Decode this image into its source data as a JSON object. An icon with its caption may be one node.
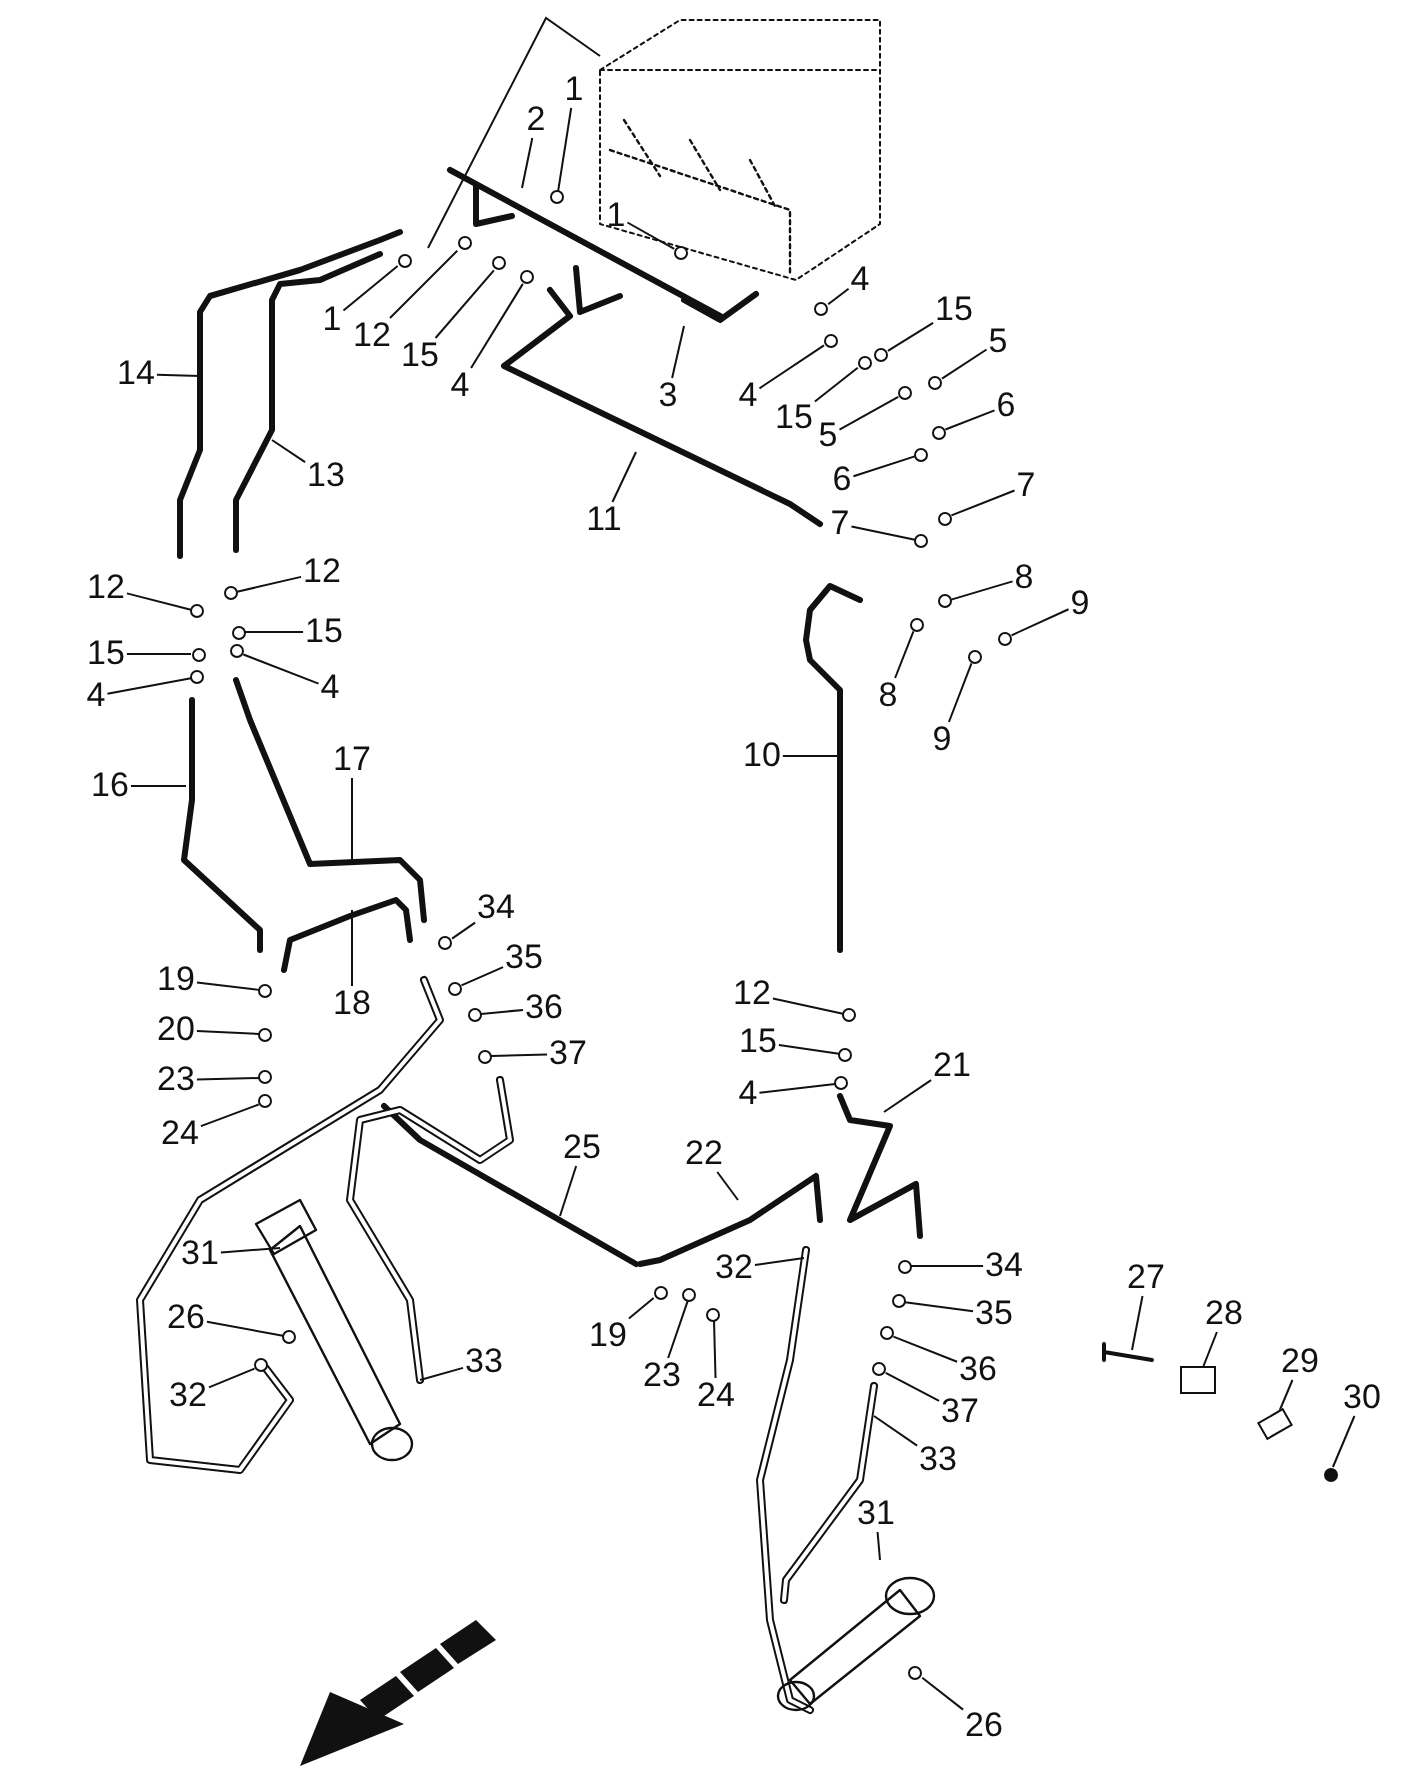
{
  "diagram": {
    "nodes": [
      {
        "text": [
          "1"
        ]
      },
      {
        "text": [
          "2"
        ]
      },
      {
        "text": [
          "1"
        ]
      },
      {
        "text": [
          "1"
        ]
      },
      {
        "text": [
          "12"
        ]
      },
      {
        "text": [
          "15"
        ]
      },
      {
        "text": [
          "4"
        ]
      },
      {
        "text": [
          "3"
        ]
      },
      {
        "text": [
          "11"
        ]
      },
      {
        "text": [
          "14"
        ]
      },
      {
        "text": [
          "13"
        ]
      },
      {
        "text": [
          "4"
        ]
      },
      {
        "text": [
          "15"
        ]
      },
      {
        "text": [
          "4"
        ]
      },
      {
        "text": [
          "15"
        ]
      },
      {
        "text": [
          "5"
        ]
      },
      {
        "text": [
          "5"
        ]
      },
      {
        "text": [
          "6"
        ]
      },
      {
        "text": [
          "6"
        ]
      },
      {
        "text": [
          "7"
        ]
      },
      {
        "text": [
          "7"
        ]
      },
      {
        "text": [
          "8"
        ]
      },
      {
        "text": [
          "9"
        ]
      },
      {
        "text": [
          "8"
        ]
      },
      {
        "text": [
          "9"
        ]
      },
      {
        "text": [
          "10"
        ]
      },
      {
        "text": [
          "12"
        ]
      },
      {
        "text": [
          "12"
        ]
      },
      {
        "text": [
          "15"
        ]
      },
      {
        "text": [
          "15"
        ]
      },
      {
        "text": [
          "4"
        ]
      },
      {
        "text": [
          "4"
        ]
      },
      {
        "text": [
          "16"
        ]
      },
      {
        "text": [
          "17"
        ]
      },
      {
        "text": [
          "18"
        ]
      },
      {
        "text": [
          "34"
        ]
      },
      {
        "text": [
          "35"
        ]
      },
      {
        "text": [
          "36"
        ]
      },
      {
        "text": [
          "37"
        ]
      },
      {
        "text": [
          "19"
        ]
      },
      {
        "text": [
          "20"
        ]
      },
      {
        "text": [
          "23"
        ]
      },
      {
        "text": [
          "24"
        ]
      },
      {
        "text": [
          "12"
        ]
      },
      {
        "text": [
          "15"
        ]
      },
      {
        "text": [
          "4"
        ]
      },
      {
        "text": [
          "21"
        ]
      },
      {
        "text": [
          "22"
        ]
      },
      {
        "text": [
          "25"
        ]
      },
      {
        "text": [
          "31"
        ]
      },
      {
        "text": [
          "26"
        ]
      },
      {
        "text": [
          "32"
        ]
      },
      {
        "text": [
          "33"
        ]
      },
      {
        "text": [
          "32"
        ]
      },
      {
        "text": [
          "19"
        ]
      },
      {
        "text": [
          "23"
        ]
      },
      {
        "text": [
          "24"
        ]
      },
      {
        "text": [
          "34"
        ]
      },
      {
        "text": [
          "35"
        ]
      },
      {
        "text": [
          "36"
        ]
      },
      {
        "text": [
          "37"
        ]
      },
      {
        "text": [
          "33"
        ]
      },
      {
        "text": [
          "27"
        ]
      },
      {
        "text": [
          "28"
        ]
      },
      {
        "text": [
          "29"
        ]
      },
      {
        "text": [
          "30"
        ]
      },
      {
        "text": [
          "31"
        ]
      },
      {
        "text": [
          "26"
        ]
      },
      {
        "text": [],
        "shape": "circle"
      },
      {
        "text": [],
        "shape": "circle"
      },
      {
        "text": [],
        "shape": "circle"
      },
      {
        "text": [],
        "shape": "circle"
      },
      {
        "text": [],
        "shape": "circle"
      },
      {
        "text": [],
        "shape": "circle"
      },
      {
        "text": [],
        "shape": "circle"
      },
      {
        "text": [],
        "shape": "circle"
      },
      {
        "text": [],
        "shape": "circle"
      },
      {
        "text": [],
        "shape": "circle"
      },
      {
        "text": [],
        "shape": "circle"
      },
      {
        "text": [],
        "shape": "circle"
      },
      {
        "text": [],
        "shape": "circle"
      },
      {
        "text": [],
        "shape": "circle"
      },
      {
        "text": [],
        "shape": "circle"
      },
      {
        "text": [],
        "shape": "circle"
      },
      {
        "text": [],
        "shape": "circle"
      },
      {
        "text": [],
        "shape": "circle"
      },
      {
        "text": [],
        "shape": "circle"
      },
      {
        "text": [],
        "shape": "circle"
      },
      {
        "text": [],
        "shape": "circle"
      },
      {
        "text": [],
        "shape": "circle"
      },
      {
        "text": [],
        "shape": "circle"
      },
      {
        "text": [],
        "shape": "circle"
      },
      {
        "text": [],
        "shape": "circle"
      },
      {
        "text": [],
        "shape": "circle"
      },
      {
        "text": [],
        "shape": "circle"
      },
      {
        "text": [],
        "shape": "circle"
      },
      {
        "text": [],
        "shape": "circle"
      },
      {
        "text": [],
        "shape": "circle"
      },
      {
        "text": [],
        "shape": "circle"
      },
      {
        "text": [],
        "shape": "circle"
      },
      {
        "text": [],
        "shape": "circle"
      },
      {
        "text": [],
        "shape": "circle"
      },
      {
        "text": [],
        "shape": "circle"
      },
      {
        "text": [],
        "shape": "circle"
      },
      {
        "text": [],
        "shape": "circle"
      },
      {
        "text": [],
        "shape": "circle"
      },
      {
        "text": [],
        "shape": "circle"
      },
      {
        "text": [],
        "shape": "circle"
      },
      {
        "text": [],
        "shape": "circle"
      },
      {
        "text": [],
        "shape": "circle"
      },
      {
        "text": [],
        "shape": "circle"
      },
      {
        "text": [],
        "shape": "circle"
      },
      {
        "text": [],
        "shape": "circle"
      },
      {
        "text": [],
        "shape": "circle"
      },
      {
        "text": [],
        "shape": "circle"
      },
      {
        "text": [],
        "shape": "box"
      },
      {
        "text": [],
        "shape": "box"
      },
      {
        "text": [],
        "shape": "circle"
      }
    ],
    "edges": [
      {
        "from": 0,
        "to": 68,
        "arrow": "none"
      },
      {
        "from": 1,
        "to": null,
        "arrow": "none"
      },
      {
        "from": 2,
        "to": 69,
        "arrow": "none"
      },
      {
        "from": 3,
        "to": 70,
        "arrow": "none"
      },
      {
        "from": 4,
        "to": 71,
        "arrow": "none"
      },
      {
        "from": 5,
        "to": 72,
        "arrow": "none"
      },
      {
        "from": 6,
        "to": 73,
        "arrow": "none"
      },
      {
        "from": 7,
        "to": null,
        "arrow": "none"
      },
      {
        "from": 8,
        "to": null,
        "arrow": "none"
      },
      {
        "from": 9,
        "to": null,
        "arrow": "none"
      },
      {
        "from": 10,
        "to": null,
        "arrow": "none"
      },
      {
        "from": 11,
        "to": 74,
        "arrow": "none"
      },
      {
        "from": 12,
        "to": 75,
        "arrow": "none"
      },
      {
        "from": 13,
        "to": 76,
        "arrow": "none"
      },
      {
        "from": 14,
        "to": 77,
        "arrow": "none"
      },
      {
        "from": 15,
        "to": 78,
        "arrow": "none"
      },
      {
        "from": 16,
        "to": 79,
        "arrow": "none"
      },
      {
        "from": 17,
        "to": 80,
        "arrow": "none"
      },
      {
        "from": 18,
        "to": 81,
        "arrow": "none"
      },
      {
        "from": 19,
        "to": 82,
        "arrow": "none"
      },
      {
        "from": 20,
        "to": 83,
        "arrow": "none"
      },
      {
        "from": 21,
        "to": 84,
        "arrow": "none"
      },
      {
        "from": 22,
        "to": 85,
        "arrow": "none"
      },
      {
        "from": 23,
        "to": 86,
        "arrow": "none"
      },
      {
        "from": 24,
        "to": 87,
        "arrow": "none"
      },
      {
        "from": 25,
        "to": null,
        "arrow": "none"
      },
      {
        "from": 26,
        "to": 88,
        "arrow": "none"
      },
      {
        "from": 27,
        "to": 89,
        "arrow": "none"
      },
      {
        "from": 28,
        "to": 90,
        "arrow": "none"
      },
      {
        "from": 29,
        "to": 91,
        "arrow": "none"
      },
      {
        "from": 30,
        "to": 92,
        "arrow": "none"
      },
      {
        "from": 31,
        "to": 93,
        "arrow": "none"
      },
      {
        "from": 32,
        "to": null,
        "arrow": "none"
      },
      {
        "from": 33,
        "to": null,
        "arrow": "none"
      },
      {
        "from": 34,
        "to": null,
        "arrow": "none"
      },
      {
        "from": 35,
        "to": 94,
        "arrow": "none"
      },
      {
        "from": 36,
        "to": 95,
        "arrow": "none"
      },
      {
        "from": 37,
        "to": 96,
        "arrow": "none"
      },
      {
        "from": 38,
        "to": 97,
        "arrow": "none"
      },
      {
        "from": 39,
        "to": 98,
        "arrow": "none"
      },
      {
        "from": 40,
        "to": 99,
        "arrow": "none"
      },
      {
        "from": 41,
        "to": 100,
        "arrow": "none"
      },
      {
        "from": 42,
        "to": 101,
        "arrow": "none"
      },
      {
        "from": 43,
        "to": 102,
        "arrow": "none"
      },
      {
        "from": 44,
        "to": 103,
        "arrow": "none"
      },
      {
        "from": 45,
        "to": 104,
        "arrow": "none"
      },
      {
        "from": 46,
        "to": null,
        "arrow": "none"
      },
      {
        "from": 47,
        "to": null,
        "arrow": "none"
      },
      {
        "from": 48,
        "to": null,
        "arrow": "none"
      },
      {
        "from": 49,
        "to": null,
        "arrow": "none"
      },
      {
        "from": 50,
        "to": 105,
        "arrow": "none"
      },
      {
        "from": 51,
        "to": 106,
        "arrow": "none"
      },
      {
        "from": 52,
        "to": null,
        "arrow": "none"
      },
      {
        "from": 53,
        "to": null,
        "arrow": "none"
      },
      {
        "from": 54,
        "to": 107,
        "arrow": "none"
      },
      {
        "from": 55,
        "to": 108,
        "arrow": "none"
      },
      {
        "from": 56,
        "to": 109,
        "arrow": "none"
      },
      {
        "from": 57,
        "to": 110,
        "arrow": "none"
      },
      {
        "from": 58,
        "to": 111,
        "arrow": "none"
      },
      {
        "from": 59,
        "to": 112,
        "arrow": "none"
      },
      {
        "from": 60,
        "to": 113,
        "arrow": "none"
      },
      {
        "from": 61,
        "to": null,
        "arrow": "none"
      },
      {
        "from": 62,
        "to": null,
        "arrow": "none"
      },
      {
        "from": 63,
        "to": 115,
        "arrow": "none"
      },
      {
        "from": 64,
        "to": 116,
        "arrow": "none"
      },
      {
        "from": 65,
        "to": 117,
        "arrow": "none"
      },
      {
        "from": 66,
        "to": null,
        "arrow": "none"
      },
      {
        "from": 67,
        "to": 114,
        "arrow": "none"
      }
    ]
  }
}
